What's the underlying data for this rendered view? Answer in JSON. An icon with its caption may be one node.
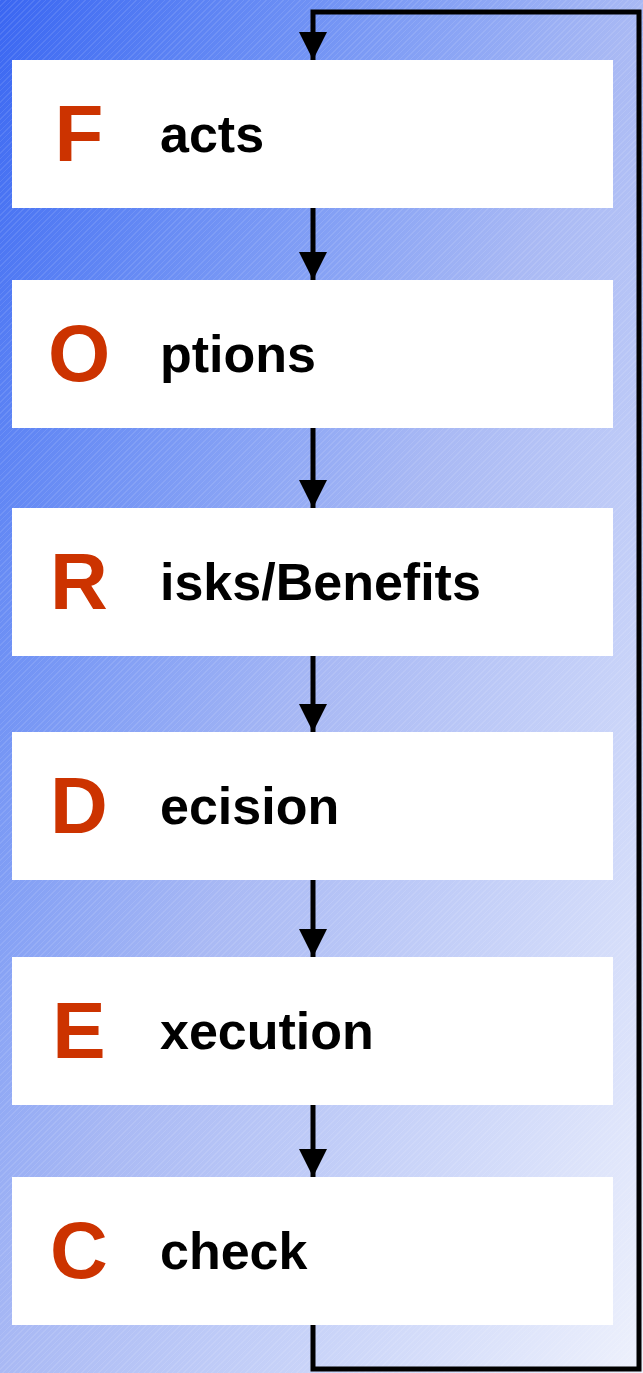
{
  "diagram": {
    "nodes": [
      {
        "text": [
          "F",
          "acts"
        ]
      },
      {
        "text": [
          "O",
          "ptions"
        ]
      },
      {
        "text": [
          "R",
          "isks/Benefits"
        ]
      },
      {
        "text": [
          "D",
          "ecision"
        ]
      },
      {
        "text": [
          "E",
          "xecution"
        ]
      },
      {
        "text": [
          "C",
          "check"
        ]
      }
    ],
    "edges": [
      {
        "from": 0,
        "to": 1,
        "arrow": "to"
      },
      {
        "from": 1,
        "to": 2,
        "arrow": "to"
      },
      {
        "from": 2,
        "to": 3,
        "arrow": "to"
      },
      {
        "from": 3,
        "to": 4,
        "arrow": "to"
      },
      {
        "from": 4,
        "to": 5,
        "arrow": "to"
      },
      {
        "from": 5,
        "to": 0,
        "arrow": "to"
      }
    ]
  }
}
